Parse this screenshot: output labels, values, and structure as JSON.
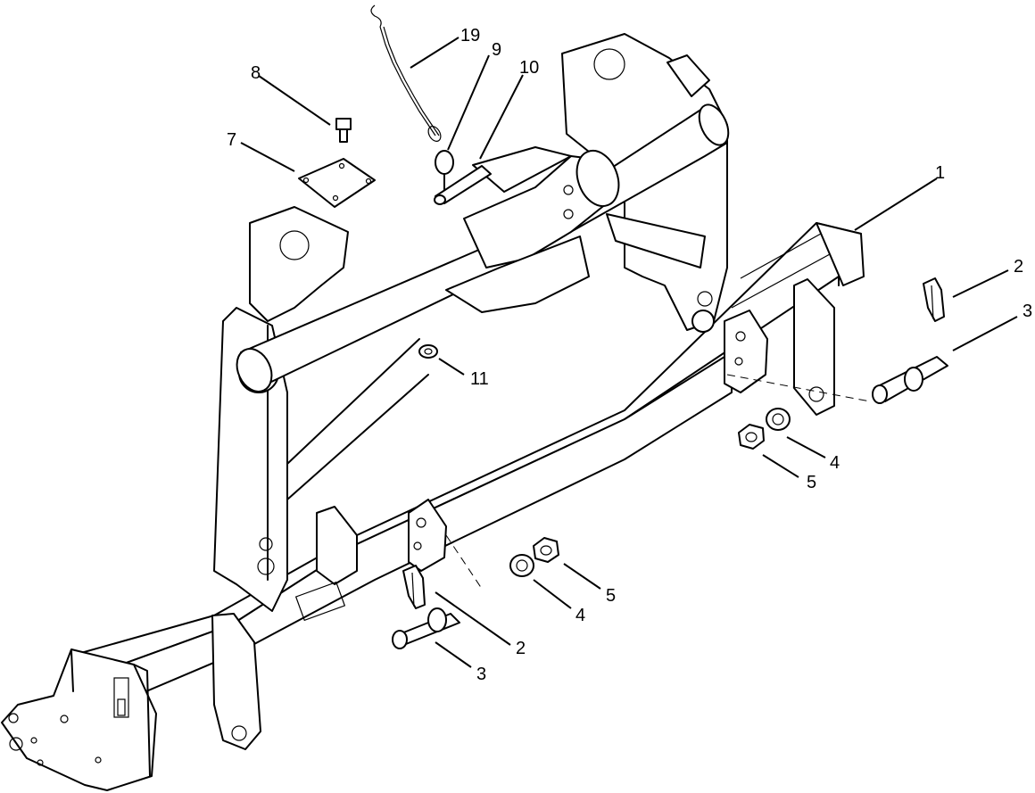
{
  "callouts": [
    {
      "id": "c1",
      "label": "1"
    },
    {
      "id": "c2a",
      "label": "2"
    },
    {
      "id": "c3a",
      "label": "3"
    },
    {
      "id": "c4a",
      "label": "4"
    },
    {
      "id": "c5a",
      "label": "5"
    },
    {
      "id": "c7",
      "label": "7"
    },
    {
      "id": "c8",
      "label": "8"
    },
    {
      "id": "c9",
      "label": "9"
    },
    {
      "id": "c10",
      "label": "10"
    },
    {
      "id": "c11",
      "label": "11"
    },
    {
      "id": "c19",
      "label": "19"
    },
    {
      "id": "c4b",
      "label": "4"
    },
    {
      "id": "c5b",
      "label": "5"
    },
    {
      "id": "c2b",
      "label": "2"
    },
    {
      "id": "c3b",
      "label": "3"
    }
  ]
}
